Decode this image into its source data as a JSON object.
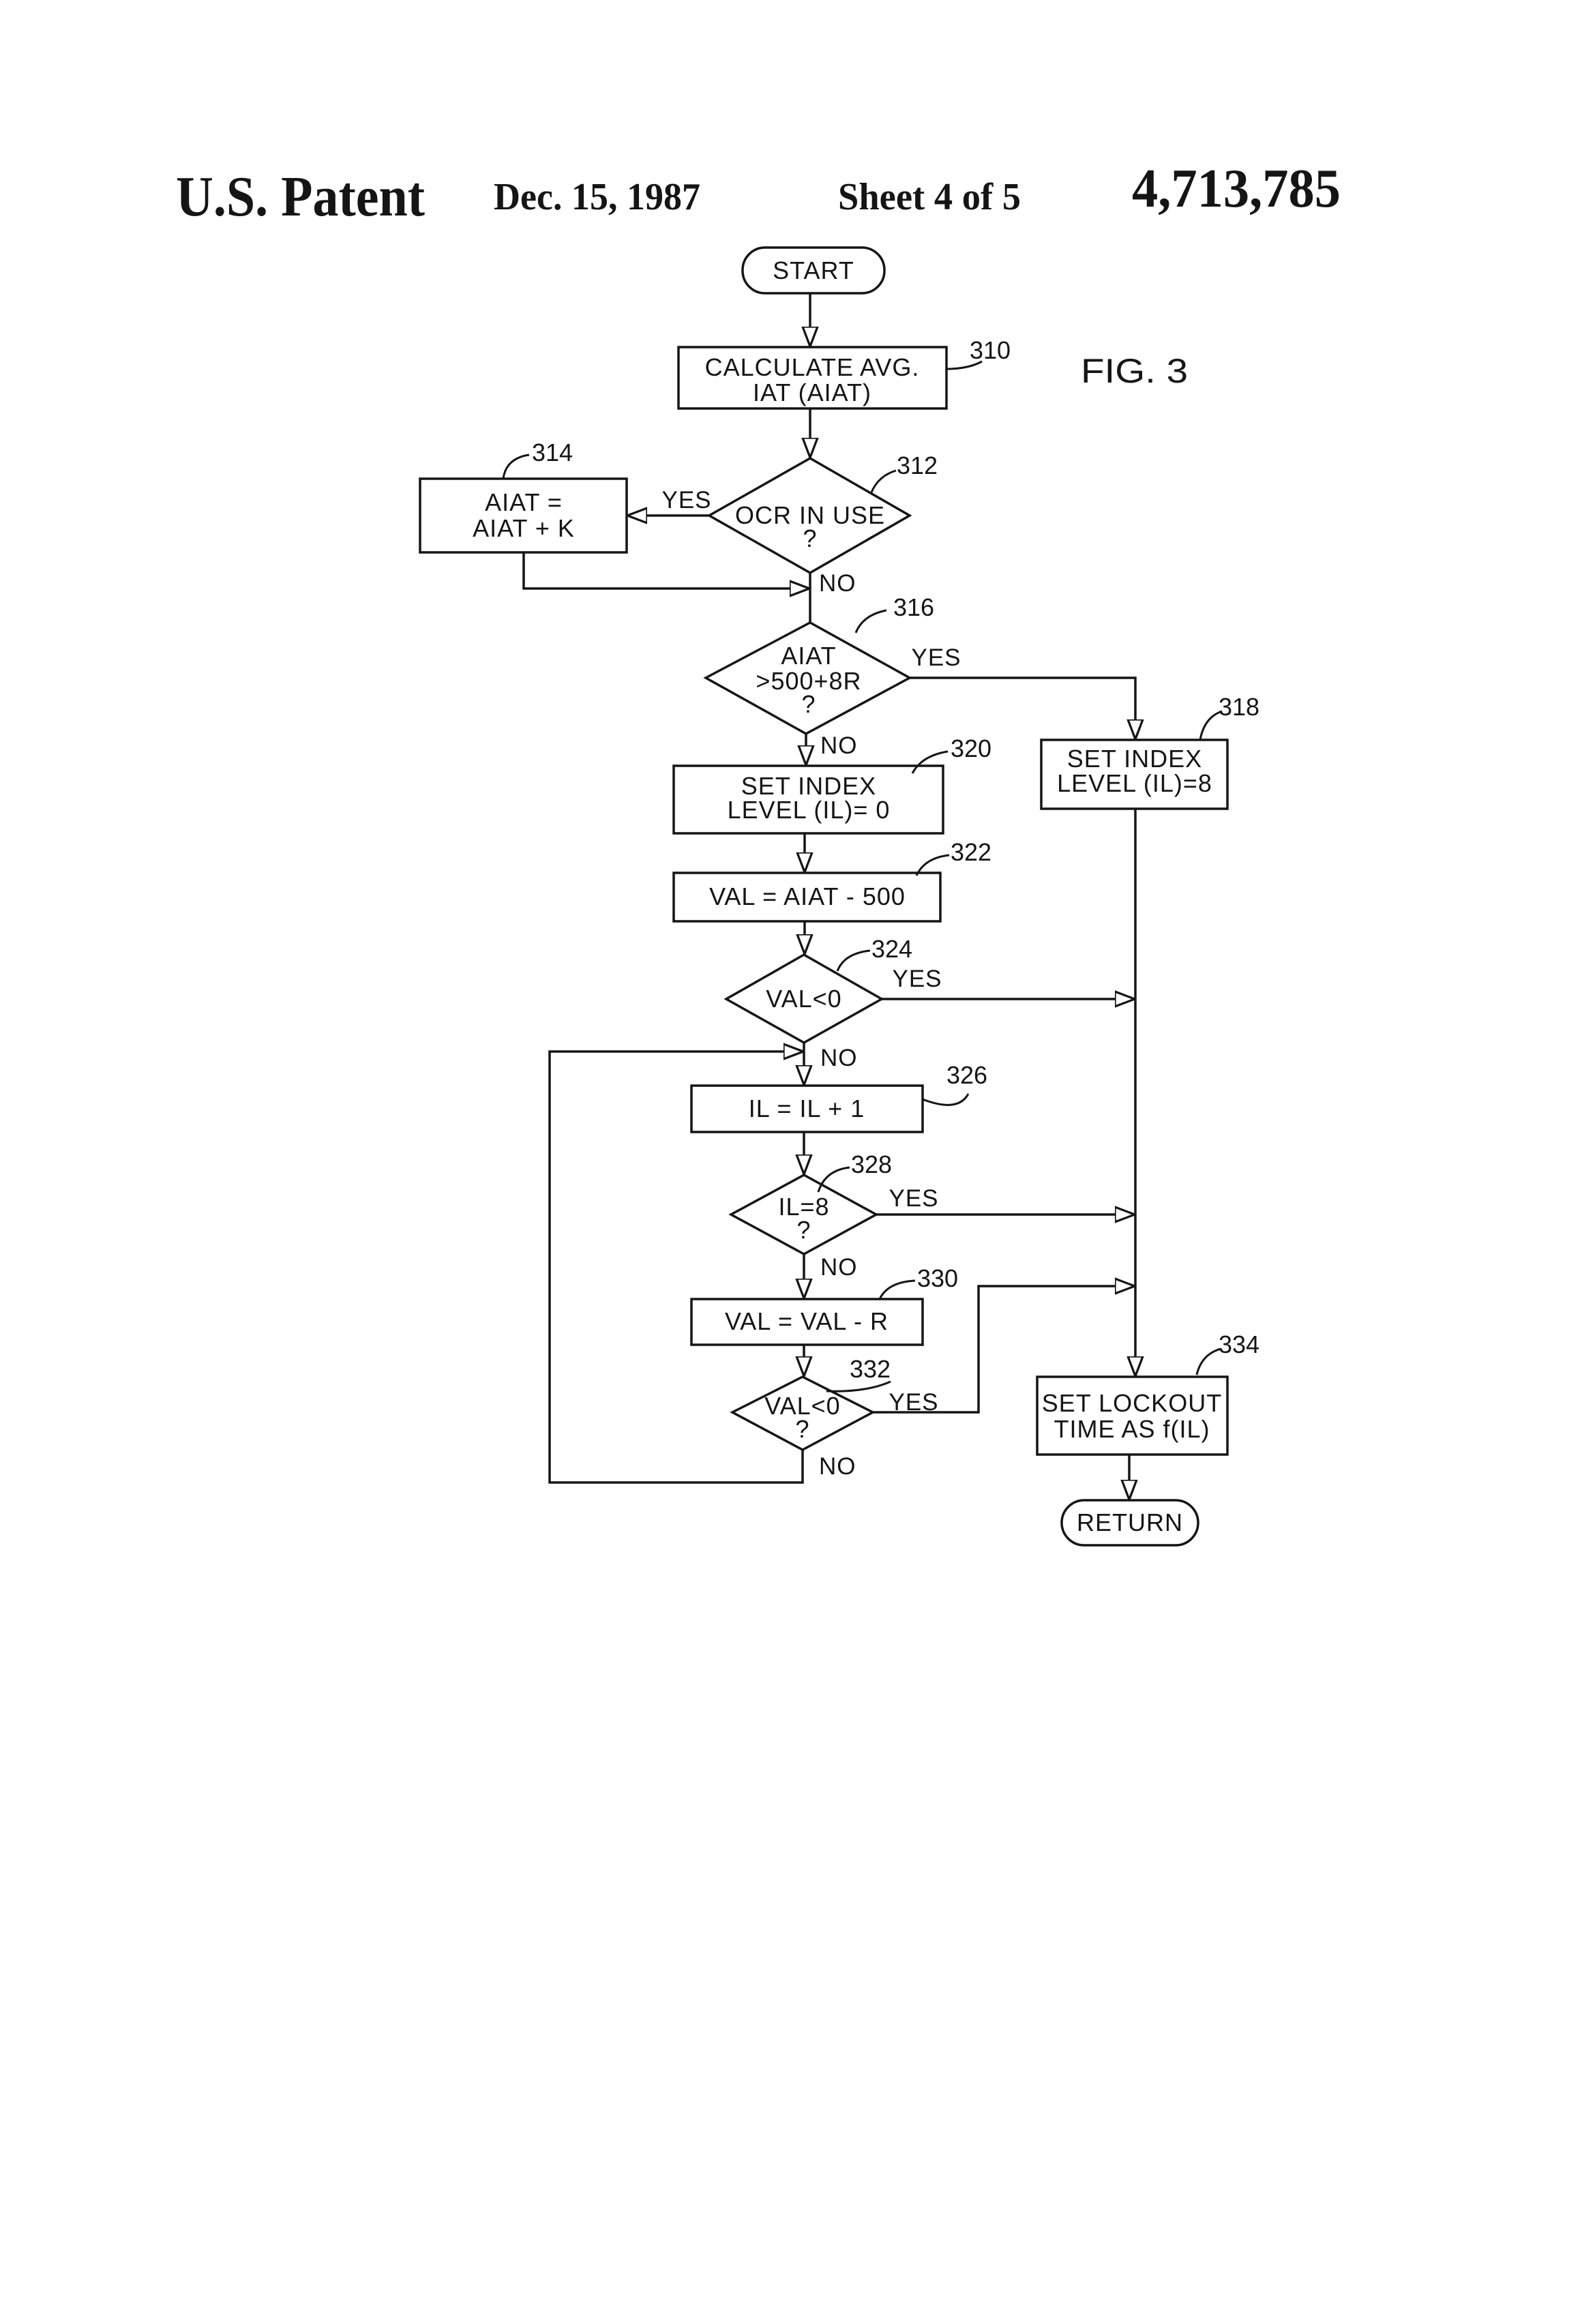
{
  "header": {
    "patent_label": "U.S. Patent",
    "date": "Dec. 15, 1987",
    "sheet": "Sheet 4 of 5",
    "patent_number": "4,713,785"
  },
  "figure_label": "FIG. 3",
  "nodes": {
    "start": {
      "text": "START"
    },
    "n310": {
      "ref": "310",
      "lines": [
        "CALCULATE AVG.",
        "IAT (AIAT)"
      ]
    },
    "n312": {
      "ref": "312",
      "lines": [
        "OCR IN USE",
        "?"
      ],
      "yes_label": "YES",
      "no_label": "NO"
    },
    "n314": {
      "ref": "314",
      "lines": [
        "AIAT =",
        "AIAT + K"
      ]
    },
    "n316": {
      "ref": "316",
      "lines": [
        "AIAT",
        ">500+8R",
        "?"
      ],
      "yes_label": "YES",
      "no_label": "NO"
    },
    "n318": {
      "ref": "318",
      "lines": [
        "SET INDEX",
        "LEVEL (IL)=8"
      ]
    },
    "n320": {
      "ref": "320",
      "lines": [
        "SET INDEX",
        "LEVEL (IL)= 0"
      ]
    },
    "n322": {
      "ref": "322",
      "lines": [
        "VAL = AIAT - 500"
      ]
    },
    "n324": {
      "ref": "324",
      "lines": [
        "VAL<0"
      ],
      "yes_label": "YES",
      "no_label": "NO"
    },
    "n326": {
      "ref": "326",
      "lines": [
        "IL = IL + 1"
      ]
    },
    "n328": {
      "ref": "328",
      "lines": [
        "IL=8",
        "?"
      ],
      "yes_label": "YES",
      "no_label": "NO"
    },
    "n330": {
      "ref": "330",
      "lines": [
        "VAL = VAL - R"
      ]
    },
    "n332": {
      "ref": "332",
      "lines": [
        "VAL<0",
        "?"
      ],
      "yes_label": "YES",
      "no_label": "NO"
    },
    "n334": {
      "ref": "334",
      "lines": [
        "SET LOCKOUT",
        "TIME AS f(IL)"
      ]
    },
    "return": {
      "text": "RETURN"
    }
  }
}
